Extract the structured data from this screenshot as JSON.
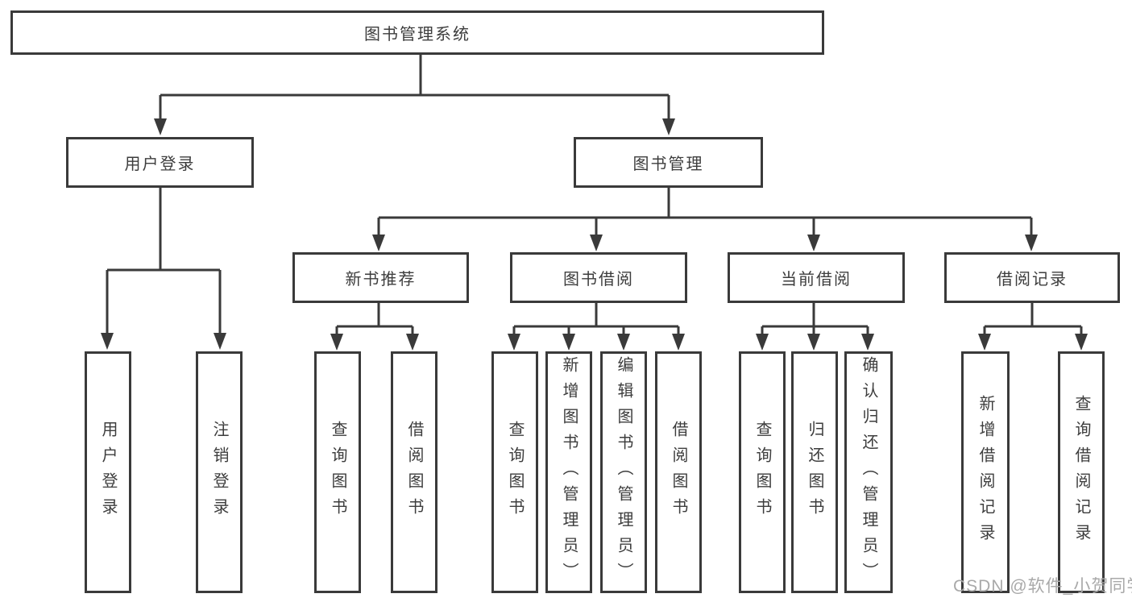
{
  "tree": {
    "root": "图书管理系统",
    "branches": [
      {
        "label": "用户登录",
        "children": [
          "用户登录",
          "注销登录"
        ]
      },
      {
        "label": "图书管理",
        "children": [
          {
            "label": "新书推荐",
            "children": [
              "查询图书",
              "借阅图书"
            ]
          },
          {
            "label": "图书借阅",
            "children": [
              "查询图书",
              "新增图书（管理员）",
              "编辑图书（管理员）",
              "借阅图书"
            ]
          },
          {
            "label": "当前借阅",
            "children": [
              "查询图书",
              "归还图书",
              "确认归还（管理员）"
            ]
          },
          {
            "label": "借阅记录",
            "children": [
              "新增借阅记录",
              "查询借阅记录"
            ]
          }
        ]
      }
    ]
  },
  "watermark": {
    "text": "CSDN @软件_小贺同学"
  },
  "colors": {
    "line": "#3a3a3a",
    "box_border": "#3a3a3a",
    "text": "#3d3d3d",
    "background": "#ffffff",
    "watermark": "#a9a9a9"
  }
}
